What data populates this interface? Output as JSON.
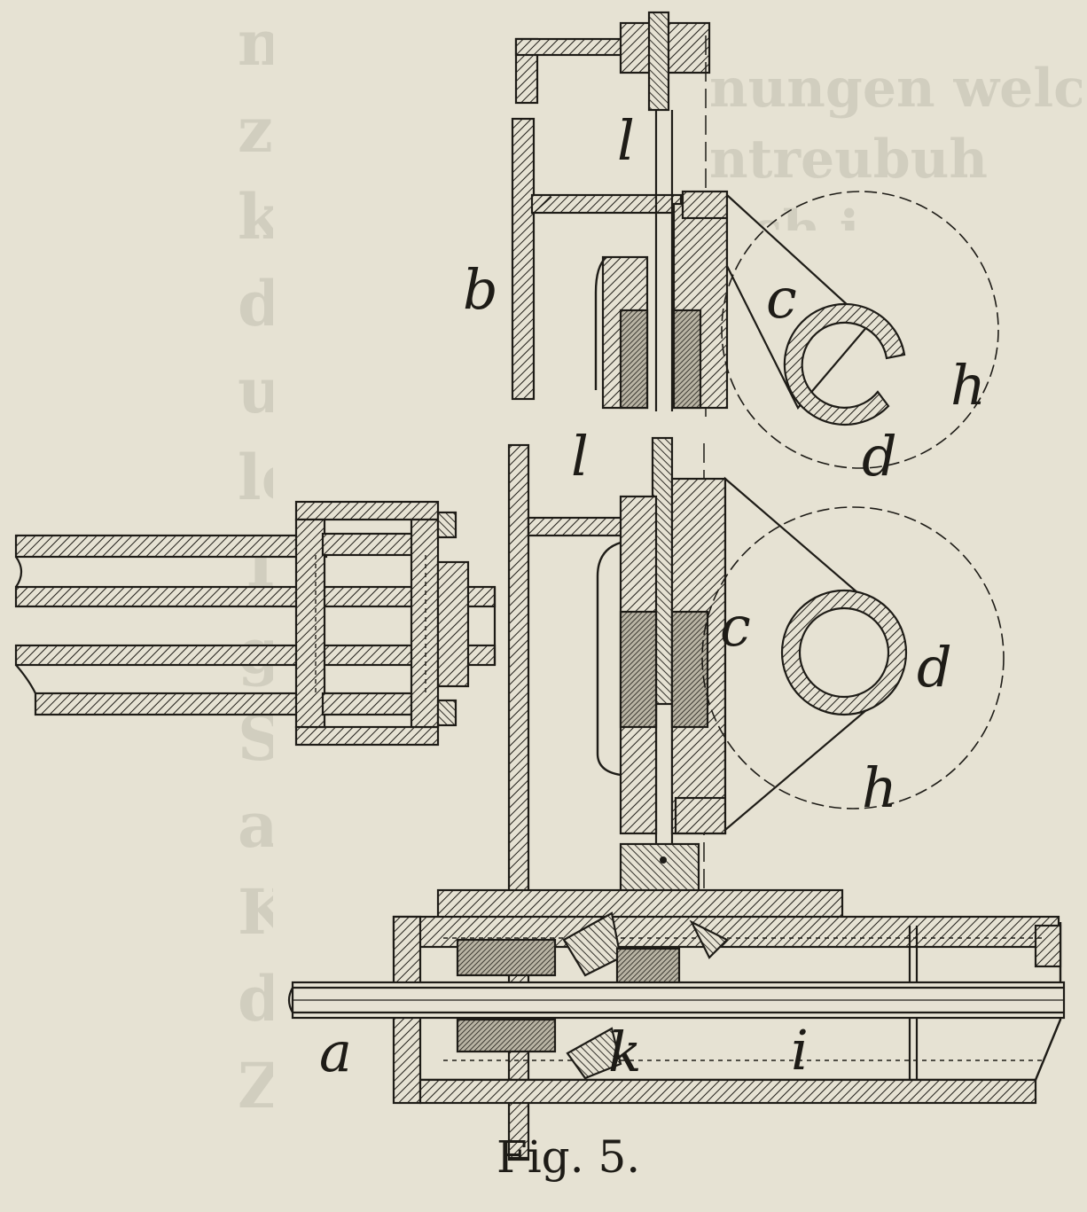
{
  "caption": "Fig. 5.",
  "labels": {
    "l_top": "l",
    "b": "b",
    "c_upper": "c",
    "h_upper": "h",
    "d_upper": "d",
    "l_mid": "l",
    "c_lower": "c",
    "d_lower": "d",
    "h_lower": "h",
    "a": "a",
    "k": "k",
    "i": "i"
  },
  "bleed_through": {
    "left_column": [
      "naudiu",
      "zumfut",
      "kaunto",
      "dem Zu",
      "und wi",
      "lefdi",
      "Th",
      "gr",
      "Schund",
      "aufalle",
      "Kohlp",
      "die ei",
      "Zündung"
    ],
    "right_column": [
      "nungen welche die Zufuhr",
      "ntreubuh",
      "lich i"
    ]
  },
  "colors": {
    "paper": "#e6e2d3",
    "ink": "#1e1c17"
  }
}
